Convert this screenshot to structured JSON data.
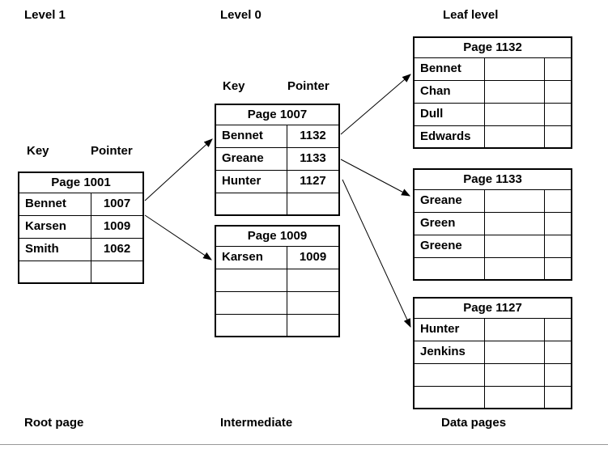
{
  "labels": {
    "level1": "Level 1",
    "level0": "Level 0",
    "leaf_level": "Leaf level",
    "root_page": "Root page",
    "intermediate": "Intermediate",
    "data_pages": "Data pages"
  },
  "column_headers": {
    "root": {
      "key": "Key",
      "pointer": "Pointer"
    },
    "intermediate": {
      "key": "Key",
      "pointer": "Pointer"
    }
  },
  "tables": {
    "page1001": {
      "title": "Page 1001",
      "rows": [
        [
          "Bennet",
          "1007"
        ],
        [
          "Karsen",
          "1009"
        ],
        [
          "Smith",
          "1062"
        ],
        [
          "",
          ""
        ]
      ]
    },
    "page1007": {
      "title": "Page 1007",
      "rows": [
        [
          "Bennet",
          "1132"
        ],
        [
          "Greane",
          "1133"
        ],
        [
          "Hunter",
          "1127"
        ],
        [
          "",
          ""
        ]
      ]
    },
    "page1009": {
      "title": "Page 1009",
      "rows": [
        [
          "Karsen",
          "1009"
        ],
        [
          "",
          ""
        ],
        [
          "",
          ""
        ],
        [
          "",
          ""
        ]
      ]
    },
    "page1132": {
      "title": "Page 1132",
      "rows": [
        [
          "Bennet",
          "",
          ""
        ],
        [
          "Chan",
          "",
          ""
        ],
        [
          "Dull",
          "",
          ""
        ],
        [
          "Edwards",
          "",
          ""
        ]
      ]
    },
    "page1133": {
      "title": "Page 1133",
      "rows": [
        [
          "Greane",
          "",
          ""
        ],
        [
          "Green",
          "",
          ""
        ],
        [
          "Greene",
          "",
          ""
        ],
        [
          "",
          "",
          ""
        ]
      ]
    },
    "page1127": {
      "title": "Page 1127",
      "rows": [
        [
          "Hunter",
          "",
          ""
        ],
        [
          "Jenkins",
          "",
          ""
        ],
        [
          "",
          "",
          ""
        ],
        [
          "",
          "",
          ""
        ]
      ]
    }
  },
  "connections": [
    {
      "from_page": "Page 1001",
      "from_key": "Bennet",
      "pointer": "1007",
      "to_page": "Page 1007"
    },
    {
      "from_page": "Page 1001",
      "from_key": "Karsen",
      "pointer": "1009",
      "to_page": "Page 1009"
    },
    {
      "from_page": "Page 1007",
      "from_key": "Bennet",
      "pointer": "1132",
      "to_page": "Page 1132"
    },
    {
      "from_page": "Page 1007",
      "from_key": "Greane",
      "pointer": "1133",
      "to_page": "Page 1133"
    },
    {
      "from_page": "Page 1007",
      "from_key": "Hunter",
      "pointer": "1127",
      "to_page": "Page 1127"
    }
  ],
  "colors": {
    "text": "#000000",
    "background": "#ffffff",
    "line": "#000000",
    "bottom_rule": "#999999"
  }
}
